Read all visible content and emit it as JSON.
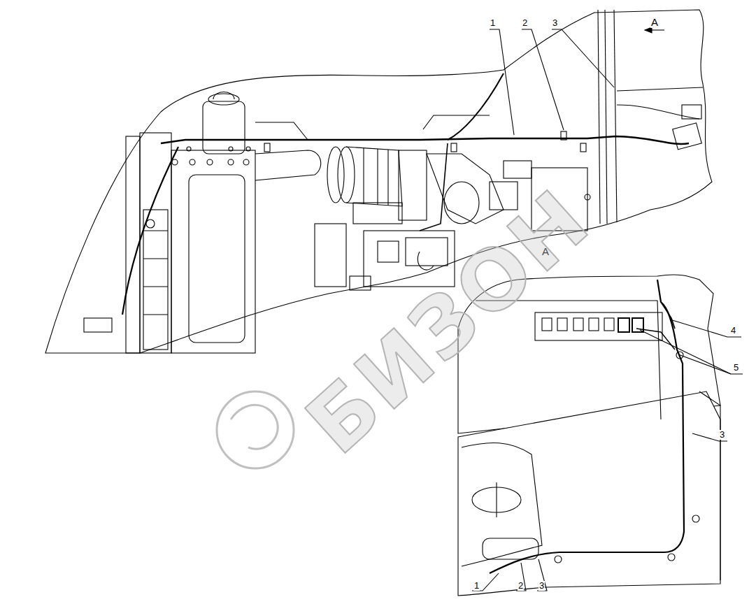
{
  "diagram": {
    "labels": [
      "1",
      "2",
      "3",
      "А",
      "А",
      "4",
      "5",
      "3",
      "1",
      "2",
      "3",
      "БИЗОН"
    ]
  }
}
